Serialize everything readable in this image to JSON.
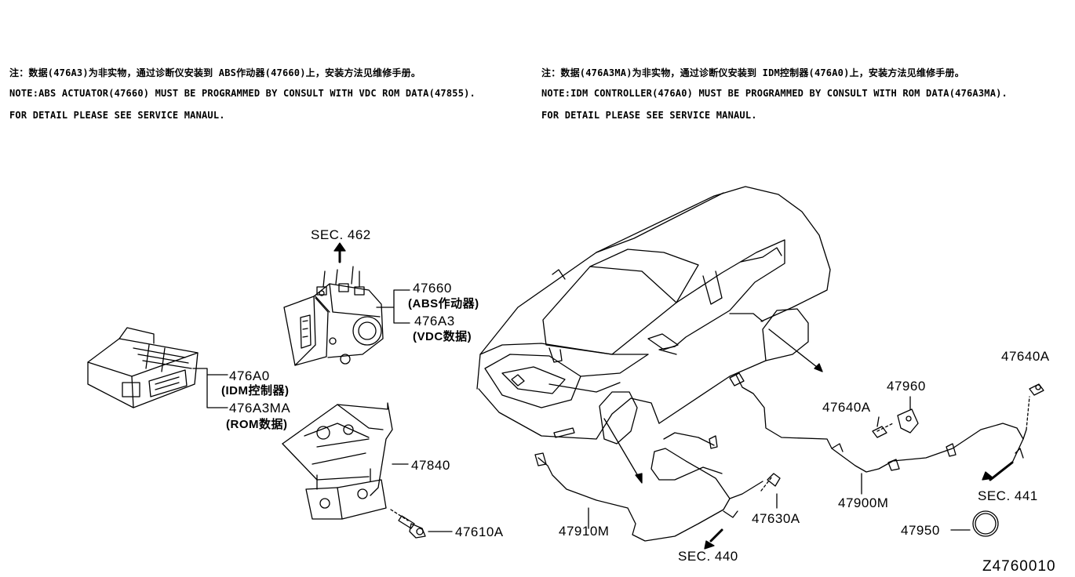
{
  "notes": {
    "left": {
      "line1": "注：数据(476A3)为非实物，通过诊断仪安装到 ABS作动器(47660)上，安装方法见维修手册。",
      "line2": "NOTE:ABS ACTUATOR(47660) MUST BE PROGRAMMED BY CONSULT WITH VDC ROM DATA(47855).",
      "line3": "FOR DETAIL PLEASE SEE SERVICE MANAUL."
    },
    "right": {
      "line1": "注：数据(476A3MA)为非实物，通过诊断仪安装到 IDM控制器(476A0)上，安装方法见维修手册。",
      "line2": "NOTE:IDM CONTROLLER(476A0) MUST BE PROGRAMMED BY CONSULT WITH ROM DATA(476A3MA).",
      "line3": "FOR DETAIL PLEASE SEE SERVICE MANAUL."
    }
  },
  "labels": {
    "sec462": "SEC. 462",
    "p47660": "47660",
    "p47660_cn": "(ABS作动器)",
    "p476A3": "476A3",
    "p476A3_cn": "(VDC数据)",
    "p476A0": "476A0",
    "p476A0_cn": "(IDM控制器)",
    "p476A3MA": "476A3MA",
    "p476A3MA_cn": "(ROM数据)",
    "p47840": "47840",
    "p47610A": "47610A",
    "p47910M": "47910M",
    "p47630A": "47630A",
    "sec440": "SEC. 440",
    "p47640A_top": "47640A",
    "p47960": "47960",
    "p47640A_mid": "47640A",
    "sec441": "SEC. 441",
    "p47900M": "47900M",
    "p47950": "47950",
    "diagram_id": "Z4760010"
  }
}
